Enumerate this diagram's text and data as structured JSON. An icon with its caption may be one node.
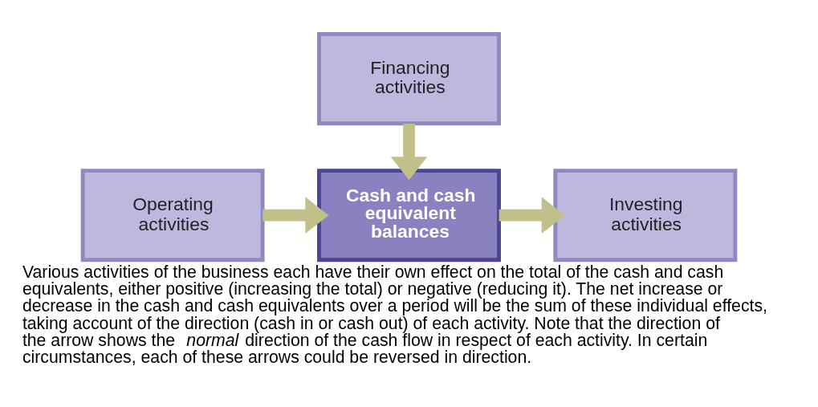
{
  "diagram": {
    "caption": "Various activities of the business each have their own effect on the total of the cash and cash equivalents, either positive (increasing the total) or negative (reducing it). The net increase or decrease in the cash and cash equivalents over a period will be the sum of these individual effects, taking account of the direction (cash in or cash out) of each activity. Note that the direction of the arrow shows the *normal* direction of the cash flow in respect of each activity. In certain circumstances, each of these arrows could be reversed in direction.",
    "nodes": [
      {
        "text": [
          "Operating activities"
        ]
      },
      {
        "text": [
          "Cash and cash equivalent balances"
        ]
      },
      {
        "text": [
          "Investing activities"
        ]
      },
      {
        "text": [
          "Financing activities"
        ]
      }
    ],
    "edges": [
      {
        "from": 0,
        "to": 1,
        "arrow": "to"
      },
      {
        "from": 1,
        "to": 2,
        "arrow": "to"
      },
      {
        "from": 3,
        "to": 1,
        "arrow": "to"
      }
    ]
  }
}
